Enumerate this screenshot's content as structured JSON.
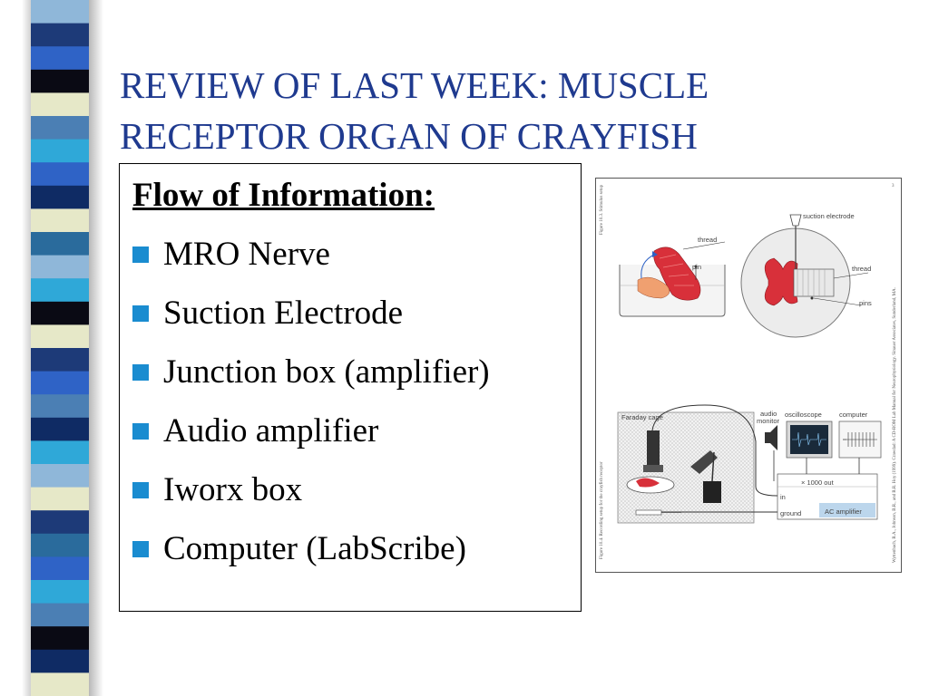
{
  "title": {
    "line1": "REVIEW OF LAST WEEK:  MUSCLE",
    "line2": "RECEPTOR ORGAN OF CRAYFISH"
  },
  "colors": {
    "title": "#1f3a8f",
    "bullet": "#1a8cd0",
    "stripe": [
      "#8fb7d9",
      "#4b7fb4",
      "#1d3a78",
      "#2f63c6",
      "#0a0a14",
      "#e6e8c8",
      "#2fa8d8",
      "#2a6b9c",
      "#0f2b64"
    ]
  },
  "content": {
    "heading": "Flow of Information:",
    "bullets": [
      "MRO Nerve",
      "Suction Electrode",
      "Junction box (amplifier)",
      "Audio amplifier",
      "Iworx box",
      "Computer (LabScribe)"
    ]
  },
  "figure": {
    "page_number": "3",
    "top": {
      "side_caption": "Figure 10.3. Stimulus setup",
      "labels": {
        "thread_left": "thread",
        "pin": "pin",
        "suction_electrode": "suction electrode",
        "thread_right": "thread",
        "pins": "pins"
      }
    },
    "bottom": {
      "side_caption": "Figure 10.4. Recording setup for the crayfish receptor",
      "labels": {
        "faraday_cage": "Faraday cage",
        "audio_monitor_1": "audio",
        "audio_monitor_2": "monitor",
        "oscilloscope": "oscilloscope",
        "computer": "computer",
        "gain": "× 1000 out",
        "in": "in",
        "ground": "ground",
        "ac_amplifier": "AC amplifier"
      }
    },
    "credit": "Wyttenbach, R.A., Johnson, B.R., and R.R. Hoy (1999). Crawdad: A CD-ROM Lab Manual for Neurophysiology. Sinauer Associates, Sunderland, MA."
  }
}
